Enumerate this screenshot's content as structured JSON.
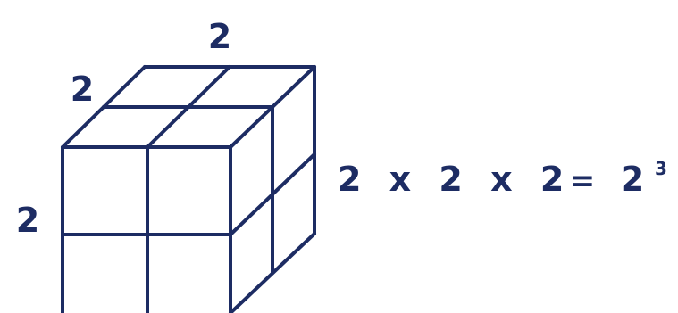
{
  "diagram": {
    "ink_color": "#1d2c63",
    "background": "#ffffff",
    "labels": {
      "width": "2",
      "depth": "2",
      "height": "2"
    },
    "equation": {
      "lhs": "2 x 2 x 2",
      "equals": "=",
      "base": "2",
      "exponent": "3"
    }
  }
}
